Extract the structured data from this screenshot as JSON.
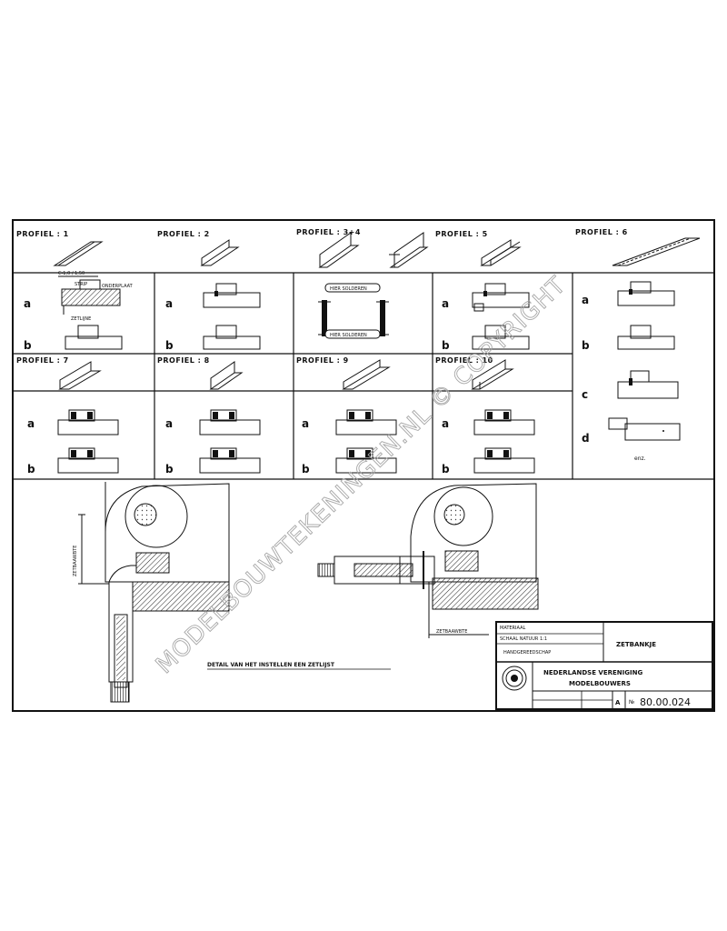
{
  "profile_labels": [
    "PROFIEL : 1",
    "PROFIEL : 2",
    "PROFIEL : 3+4",
    "PROFIEL : 5",
    "PROFIEL : 6",
    "PROFIEL : 7",
    "PROFIEL : 8",
    "PROFIEL : 9",
    "PROFIEL : 10"
  ],
  "variant_letters": [
    "a",
    "b",
    "c",
    "d"
  ],
  "profile1_callouts": [
    "C-1,0 / 1,50",
    "STRIP",
    "ONDERPLAAT",
    "ZETLIJNE"
  ],
  "profile34_callouts": [
    "HIER SOLDEREN",
    "HIER SOLDEREN"
  ],
  "profile6_note": "enz.",
  "dim_label": "ZETBAAWBTE",
  "dim_label_right": "ZETBAAWBTE",
  "detail_caption": "DETAIL VAN HET INSTELLEN EEN ZETLIJST",
  "title_block": {
    "material_hdr": "MATERIAAL",
    "scale_text": "SCHAAL  NATUUR  1:1",
    "field_text": "HANDGEREEDSCHAP",
    "title": "ZETBANKJE",
    "org_line1": "NEDERLANDSE VERENIGING",
    "org_line2": "MODELBOUWERS",
    "sheet_size": "A",
    "drawing_no_prefix": "№",
    "drawing_no": "80.00.024"
  },
  "watermark": "MODELBOUWTEKENINGEN.NL © COPYRIGHT"
}
